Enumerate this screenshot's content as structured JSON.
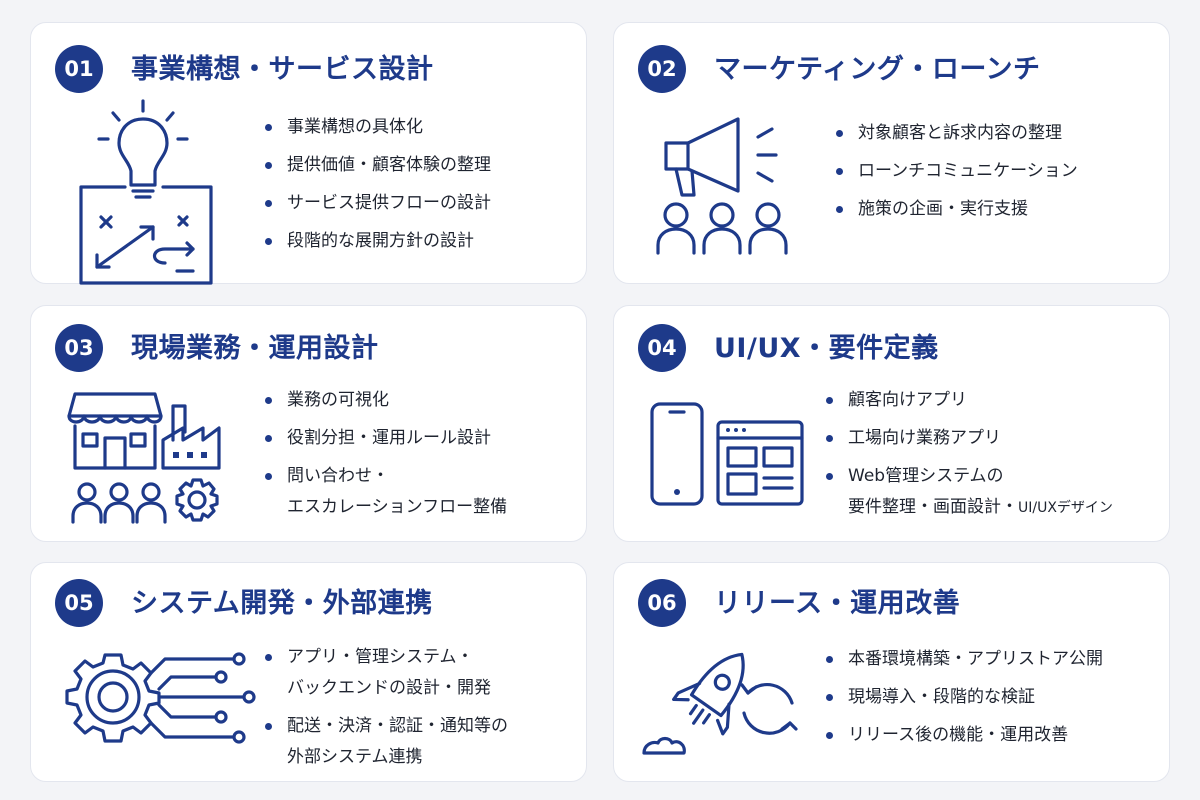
{
  "cards": [
    {
      "number": "01",
      "title": "事業構想・サービス設計",
      "icon": "lightbulb-whiteboard-icon",
      "items": [
        "事業構想の具体化",
        "提供価値・顧客体験の整理",
        "サービス提供フローの設計",
        "段階的な展開方針の設計"
      ]
    },
    {
      "number": "02",
      "title": "マーケティング・ローンチ",
      "icon": "megaphone-people-icon",
      "items": [
        "対象顧客と訴求内容の整理",
        "ローンチコミュニケーション",
        "施策の企画・実行支援"
      ]
    },
    {
      "number": "03",
      "title": "現場業務・運用設計",
      "icon": "store-factory-gear-icon",
      "items": [
        "業務の可視化",
        "役割分担・運用ルール設計"
      ],
      "item3_line1": "問い合わせ・",
      "item3_line2": "エスカレーションフロー整備"
    },
    {
      "number": "04",
      "title": "UI/UX・要件定義",
      "icon": "phone-browser-icon",
      "items": [
        "顧客向けアプリ",
        "工場向け業務アプリ"
      ],
      "item3_line1": "Web管理システムの",
      "item3_line2": "要件整理・画面設計・",
      "item3_line2_small": "UI/UXデザイン"
    },
    {
      "number": "05",
      "title": "システム開発・外部連携",
      "icon": "gear-circuit-icon",
      "item1_line1": "アプリ・管理システム・",
      "item1_line2": "バックエンドの設計・開発",
      "item2_line1": "配送・決済・認証・通知等の",
      "item2_line2": "外部システム連携"
    },
    {
      "number": "06",
      "title": "リリース・運用改善",
      "icon": "rocket-refresh-icon",
      "items": [
        "本番環境構築・アプリストア公開",
        "現場導入・段階的な検証",
        "リリース後の機能・運用改善"
      ]
    }
  ],
  "colors": {
    "accent": "#1e3a8a",
    "card_bg": "#ffffff",
    "page_bg": "#f3f4f7",
    "border": "#e3e6ee"
  }
}
